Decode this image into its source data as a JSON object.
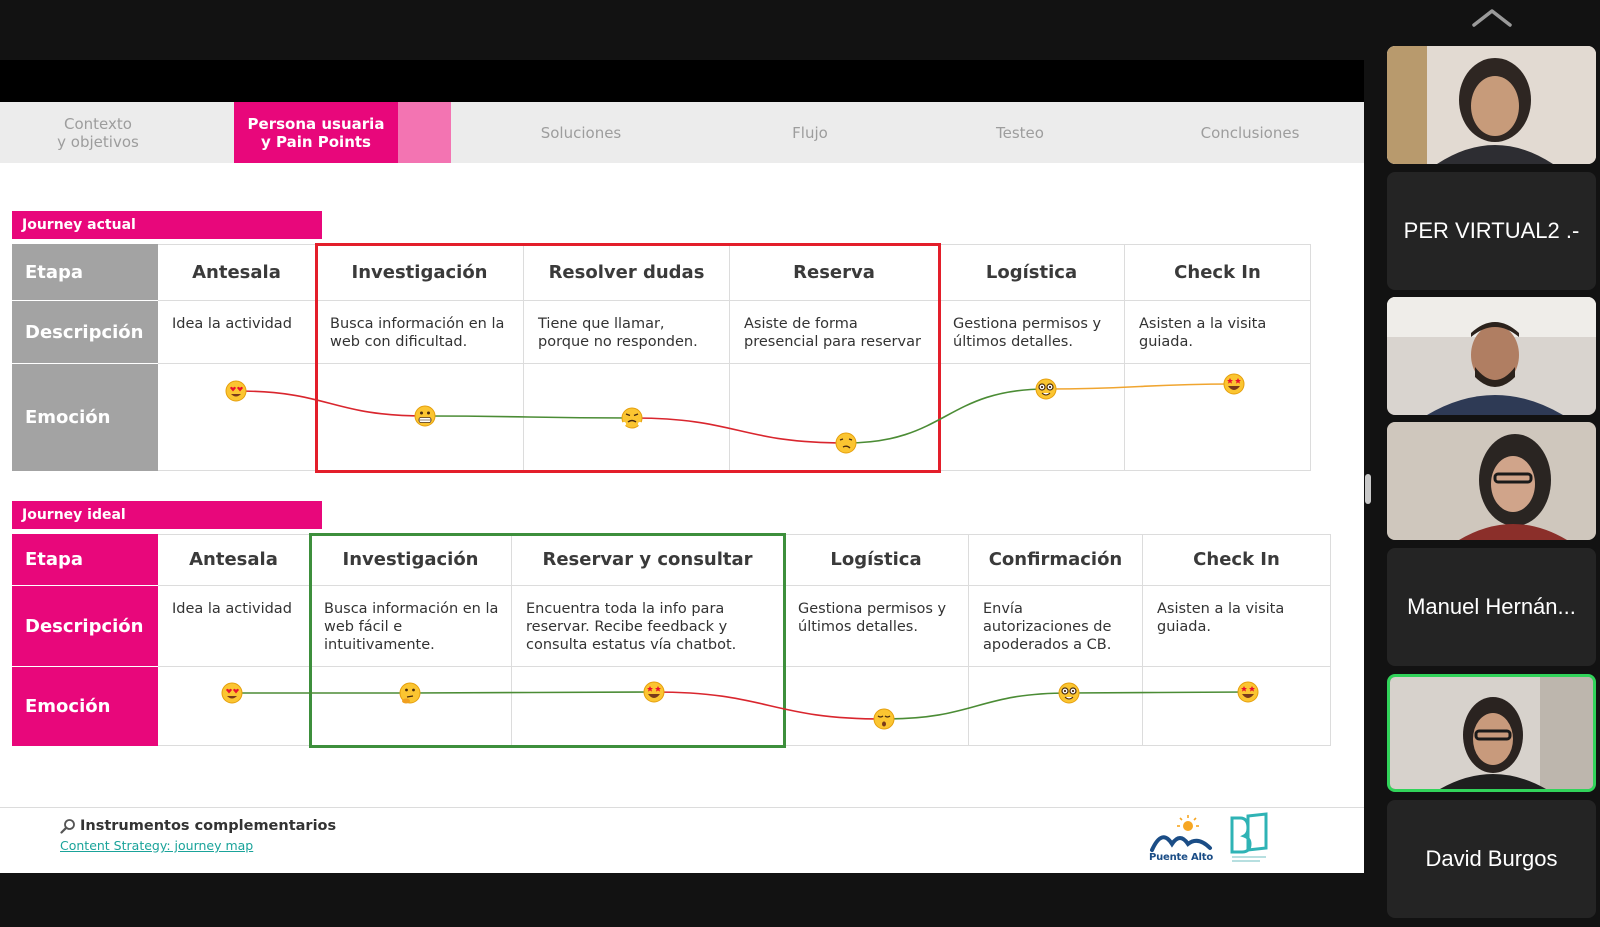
{
  "tabs": [
    {
      "label": "Contexto\ny objetivos",
      "active": false
    },
    {
      "label": "Persona usuaria\ny Pain Points",
      "active": true
    },
    {
      "label": "Soluciones",
      "active": false
    },
    {
      "label": "Flujo",
      "active": false
    },
    {
      "label": "Testeo",
      "active": false
    },
    {
      "label": "Conclusiones",
      "active": false
    }
  ],
  "journey_actual": {
    "label": "Journey actual",
    "row_headers": {
      "stage": "Etapa",
      "description": "Descripción",
      "emotion": "Emoción"
    },
    "stages": [
      {
        "name": "Antesala",
        "description": "Idea la actividad",
        "emotion_icon": "heart-eyes-face"
      },
      {
        "name": "Investigación",
        "description": "Busca información en la web con dificultad.",
        "emotion_icon": "grimacing-face"
      },
      {
        "name": "Resolver dudas",
        "description": "Tiene que llamar, porque no responden.",
        "emotion_icon": "steam-face"
      },
      {
        "name": "Reserva",
        "description": "Asiste de forma presencial para reservar",
        "emotion_icon": "tired-face"
      },
      {
        "name": "Logística",
        "description": "Gestiona permisos y últimos detalles.",
        "emotion_icon": "nerd-face"
      },
      {
        "name": "Check In",
        "description": "Asisten a la visita guiada.",
        "emotion_icon": "star-eyes-face"
      }
    ],
    "highlight_color": "#e31e2a"
  },
  "journey_ideal": {
    "label": "Journey ideal",
    "row_headers": {
      "stage": "Etapa",
      "description": "Descripción",
      "emotion": "Emoción"
    },
    "stages": [
      {
        "name": "Antesala",
        "description": "Idea la actividad",
        "emotion_icon": "heart-eyes-face"
      },
      {
        "name": "Investigación",
        "description": "Busca información en la web fácil e intuitivamente.",
        "emotion_icon": "thinking-face"
      },
      {
        "name": "Reservar y consultar",
        "description": "Encuentra toda la info para reservar. Recibe feedback y consulta estatus vía chatbot.",
        "emotion_icon": "star-eyes-face"
      },
      {
        "name": "Logística",
        "description": "Gestiona permisos y últimos detalles.",
        "emotion_icon": "relieved-face"
      },
      {
        "name": "Confirmación",
        "description": "Envía autorizaciones de apoderados a CB.",
        "emotion_icon": "nerd-face"
      },
      {
        "name": "Check In",
        "description": "Asisten a la visita guiada.",
        "emotion_icon": "star-eyes-face"
      }
    ],
    "highlight_color": "#3d8f3c"
  },
  "footer": {
    "title": "Instrumentos complementarios",
    "title_icon": "magnifier-icon",
    "link": "Content Strategy: journey map",
    "logo_text": "Puente Alto"
  },
  "participants": [
    {
      "type": "video",
      "name": ""
    },
    {
      "type": "name",
      "name": "PER VIRTUAL2 .-"
    },
    {
      "type": "video",
      "name": ""
    },
    {
      "type": "video",
      "name": ""
    },
    {
      "type": "name",
      "name": "Manuel Hernán..."
    },
    {
      "type": "video",
      "name": "",
      "active_speaker": true
    },
    {
      "type": "name",
      "name": "David Burgos"
    }
  ],
  "colors": {
    "brand_pink": "#e8077b",
    "curve_green": "#4b8c35",
    "curve_orange": "#f0a530",
    "curve_red": "#d9262e",
    "active_speaker": "#31d35a"
  }
}
